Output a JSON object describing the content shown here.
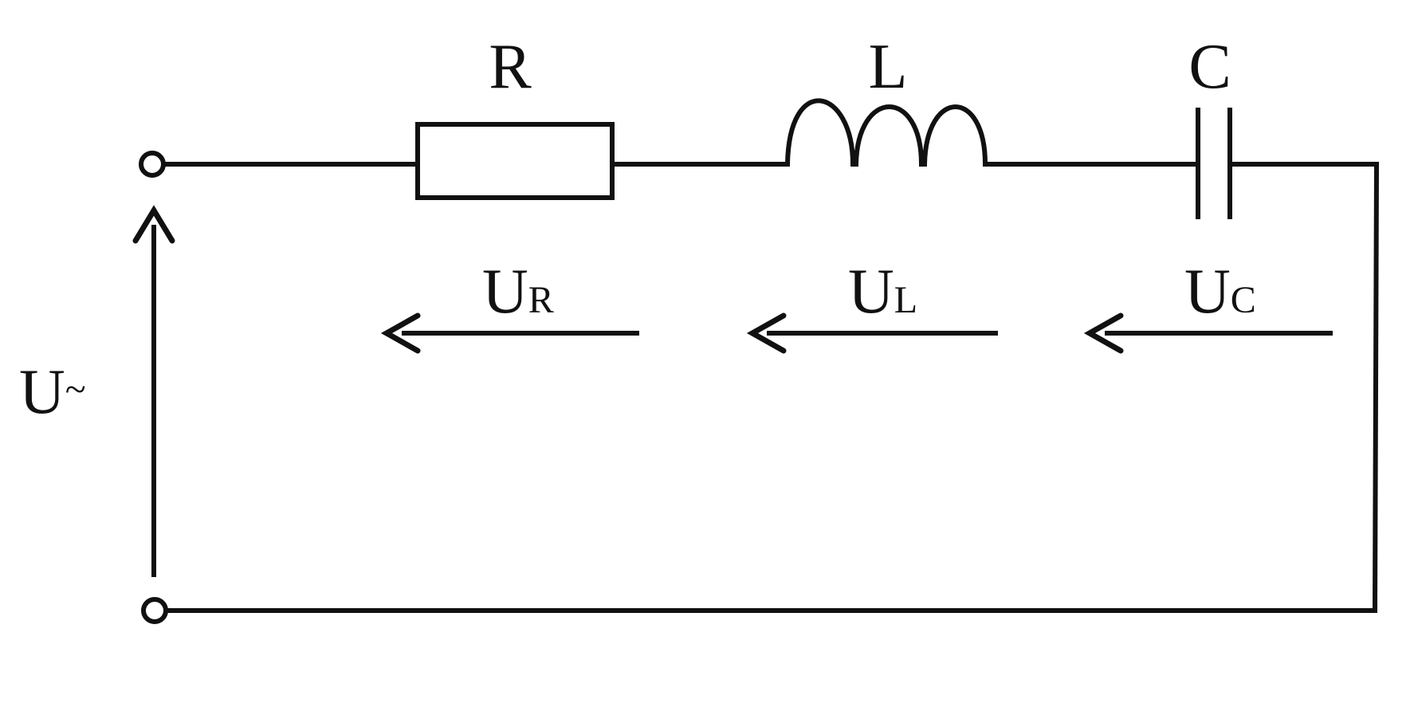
{
  "components": {
    "resistor": {
      "label": "R"
    },
    "inductor": {
      "label": "L"
    },
    "capacitor": {
      "label": "C"
    }
  },
  "voltages": {
    "ur": {
      "main": "U",
      "sub": "R"
    },
    "ul": {
      "main": "U",
      "sub": "L"
    },
    "uc": {
      "main": "U",
      "sub": "C"
    },
    "source": {
      "main": "U",
      "sub": "~"
    }
  },
  "colors": {
    "stroke": "#111111",
    "background": "#ffffff"
  }
}
